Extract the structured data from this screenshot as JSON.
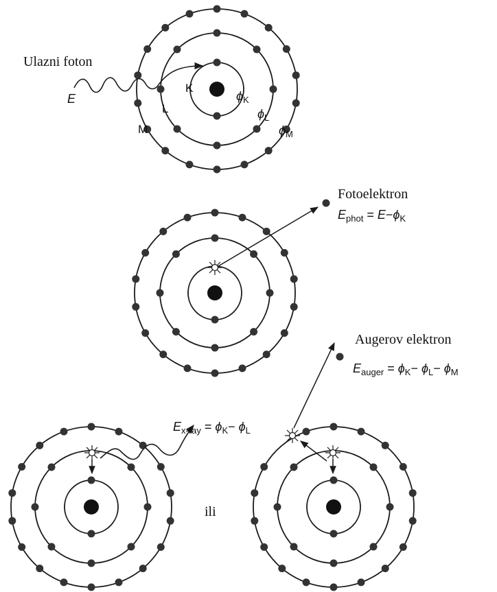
{
  "labels": {
    "incoming_photon": "Ulazni foton",
    "photon_energy": "E",
    "shell_k": "K",
    "shell_l": "L",
    "shell_m": "M",
    "phi": "ϕ",
    "sub_k": "K",
    "sub_l": "L",
    "sub_m": "M",
    "photoelectron": "Fotoelektron",
    "ephot_e": "E",
    "ephot_sub": "phot",
    "ephot_rhs_e": "E",
    "auger_electron": "Augerov elektron",
    "eauger_e": "E",
    "eauger_sub": "auger",
    "xray_e": "E",
    "xray_sub": "x-ray",
    "or": "ili",
    "eq": " = ",
    "minus": "−"
  },
  "colors": {
    "ink": "#1a1a1a",
    "electron": "#333333",
    "background": "#ffffff"
  }
}
